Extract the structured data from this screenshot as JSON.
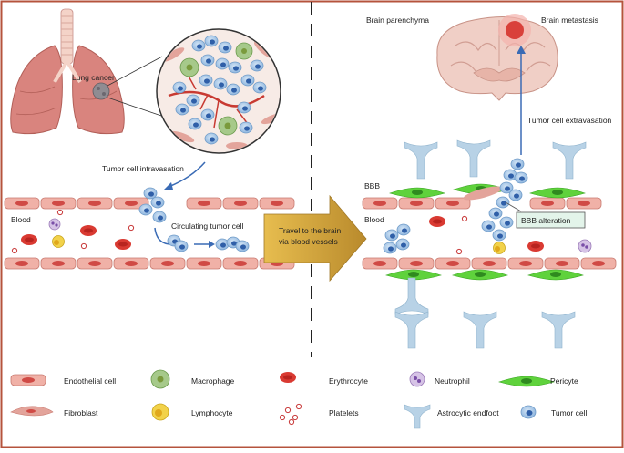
{
  "left_panel": {
    "lung_cancer_label": "Lung cancer",
    "intravasation_label": "Tumor cell intravasation",
    "blood_label": "Blood",
    "circulating_label": "Circulating tumor cell"
  },
  "middle_arrow": {
    "line1": "Travel to the brain",
    "line2": "via blood vessels"
  },
  "right_panel": {
    "parenchyma_label": "Brain parenchyma",
    "metastasis_label": "Brain metastasis",
    "extravasation_label": "Tumor cell extravasation",
    "bbb_label": "BBB",
    "blood_label": "Blood",
    "bbb_alteration_label": "BBB alteration"
  },
  "legend": {
    "items": [
      {
        "icon": "endothelial-cell-icon",
        "label": "Endothelial cell"
      },
      {
        "icon": "macrophage-icon",
        "label": "Macrophage"
      },
      {
        "icon": "erythrocyte-icon",
        "label": "Erythrocyte"
      },
      {
        "icon": "neutrophil-icon",
        "label": "Neutrophil"
      },
      {
        "icon": "pericyte-icon",
        "label": "Pericyte"
      },
      {
        "icon": "fibroblast-icon",
        "label": "Fibroblast"
      },
      {
        "icon": "lymphocyte-icon",
        "label": "Lymphocyte"
      },
      {
        "icon": "platelets-icon",
        "label": "Platelets"
      },
      {
        "icon": "astrocytic-endfoot-icon",
        "label": "Astrocytic endfoot"
      },
      {
        "icon": "tumor-cell-icon",
        "label": "Tumor cell"
      }
    ]
  },
  "colors": {
    "frame": "#b5533c",
    "endothelial": "#e89a8f",
    "erythrocyte": "#d8443a",
    "tumor": "#a9c8e8",
    "pericyte": "#5cd03a",
    "endfoot": "#a9c8dd",
    "arrow": "#c9a040"
  }
}
